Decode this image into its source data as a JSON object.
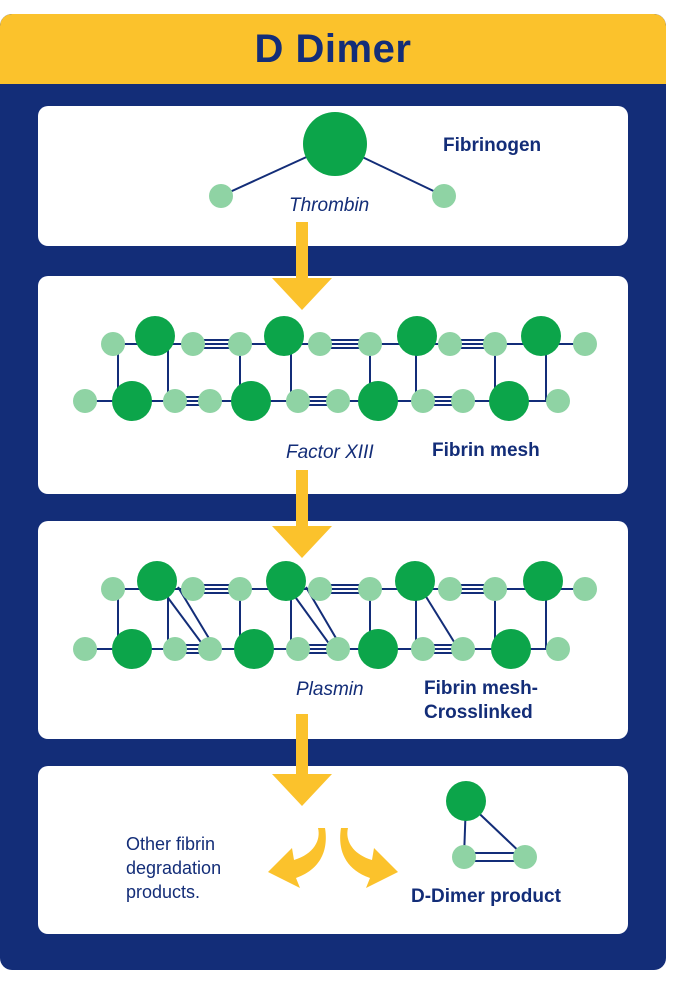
{
  "title": "D Dimer",
  "colors": {
    "header_yellow": "#fbc22c",
    "frame_navy": "#132d78",
    "node_dark_green": "#0ca54a",
    "node_light_green": "#8fd3a4",
    "arrow_yellow": "#fbc22c"
  },
  "stages": [
    {
      "name": "Fibrinogen",
      "enzyme": "Thrombin"
    },
    {
      "name": "Fibrin mesh",
      "enzyme": "Factor XIII"
    },
    {
      "name_line1": "Fibrin mesh-",
      "name_line2": "Crosslinked",
      "enzyme": "Plasmin"
    },
    {
      "name": "D-Dimer product",
      "side_line1": "Other fibrin",
      "side_line2": "degradation",
      "side_line3": "products."
    }
  ]
}
